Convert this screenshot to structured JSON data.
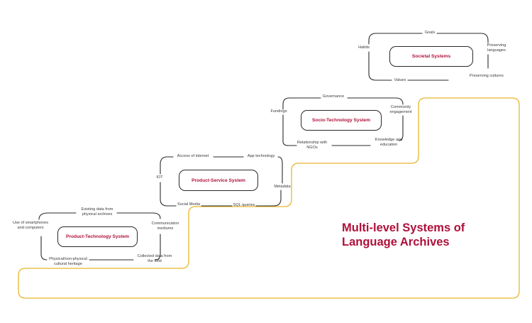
{
  "title": {
    "line1": "Multi-level Systems of",
    "line2": "Language Archives"
  },
  "colors": {
    "accent": "#b0103a",
    "staircase": "#e8b52e",
    "lines": "#2a2a2a"
  },
  "levels": [
    {
      "system": "Product-Technology System",
      "labels": {
        "left": "Use of smartphones\nand computers",
        "top": "Existing data from\nphysical archives",
        "right": "Communication\nmediums",
        "bottom_right": "Collected data from\nthe field",
        "bottom_left": "Physical/non-physical\ncultural heritage"
      }
    },
    {
      "system": "Product-Service System",
      "labels": {
        "left": "IOT",
        "top_left": "Access of internet",
        "top_right": "App technology",
        "right": "Metadata",
        "bottom_right": "SQL queries",
        "bottom_left": "Social Media"
      }
    },
    {
      "system": "Socio-Technology System",
      "labels": {
        "left": "Fundings",
        "top": "Governance",
        "right": "Community\nengagement",
        "bottom_right": "Knowledge and\neducation",
        "bottom_left": "Relationship with\nNGOs"
      }
    },
    {
      "system": "Societal Systems",
      "labels": {
        "left": "Habits",
        "top": "Goals",
        "right": "Preserving\nlanguages",
        "bottom_right": "Preserving cultures",
        "bottom_left": "Values"
      }
    }
  ]
}
